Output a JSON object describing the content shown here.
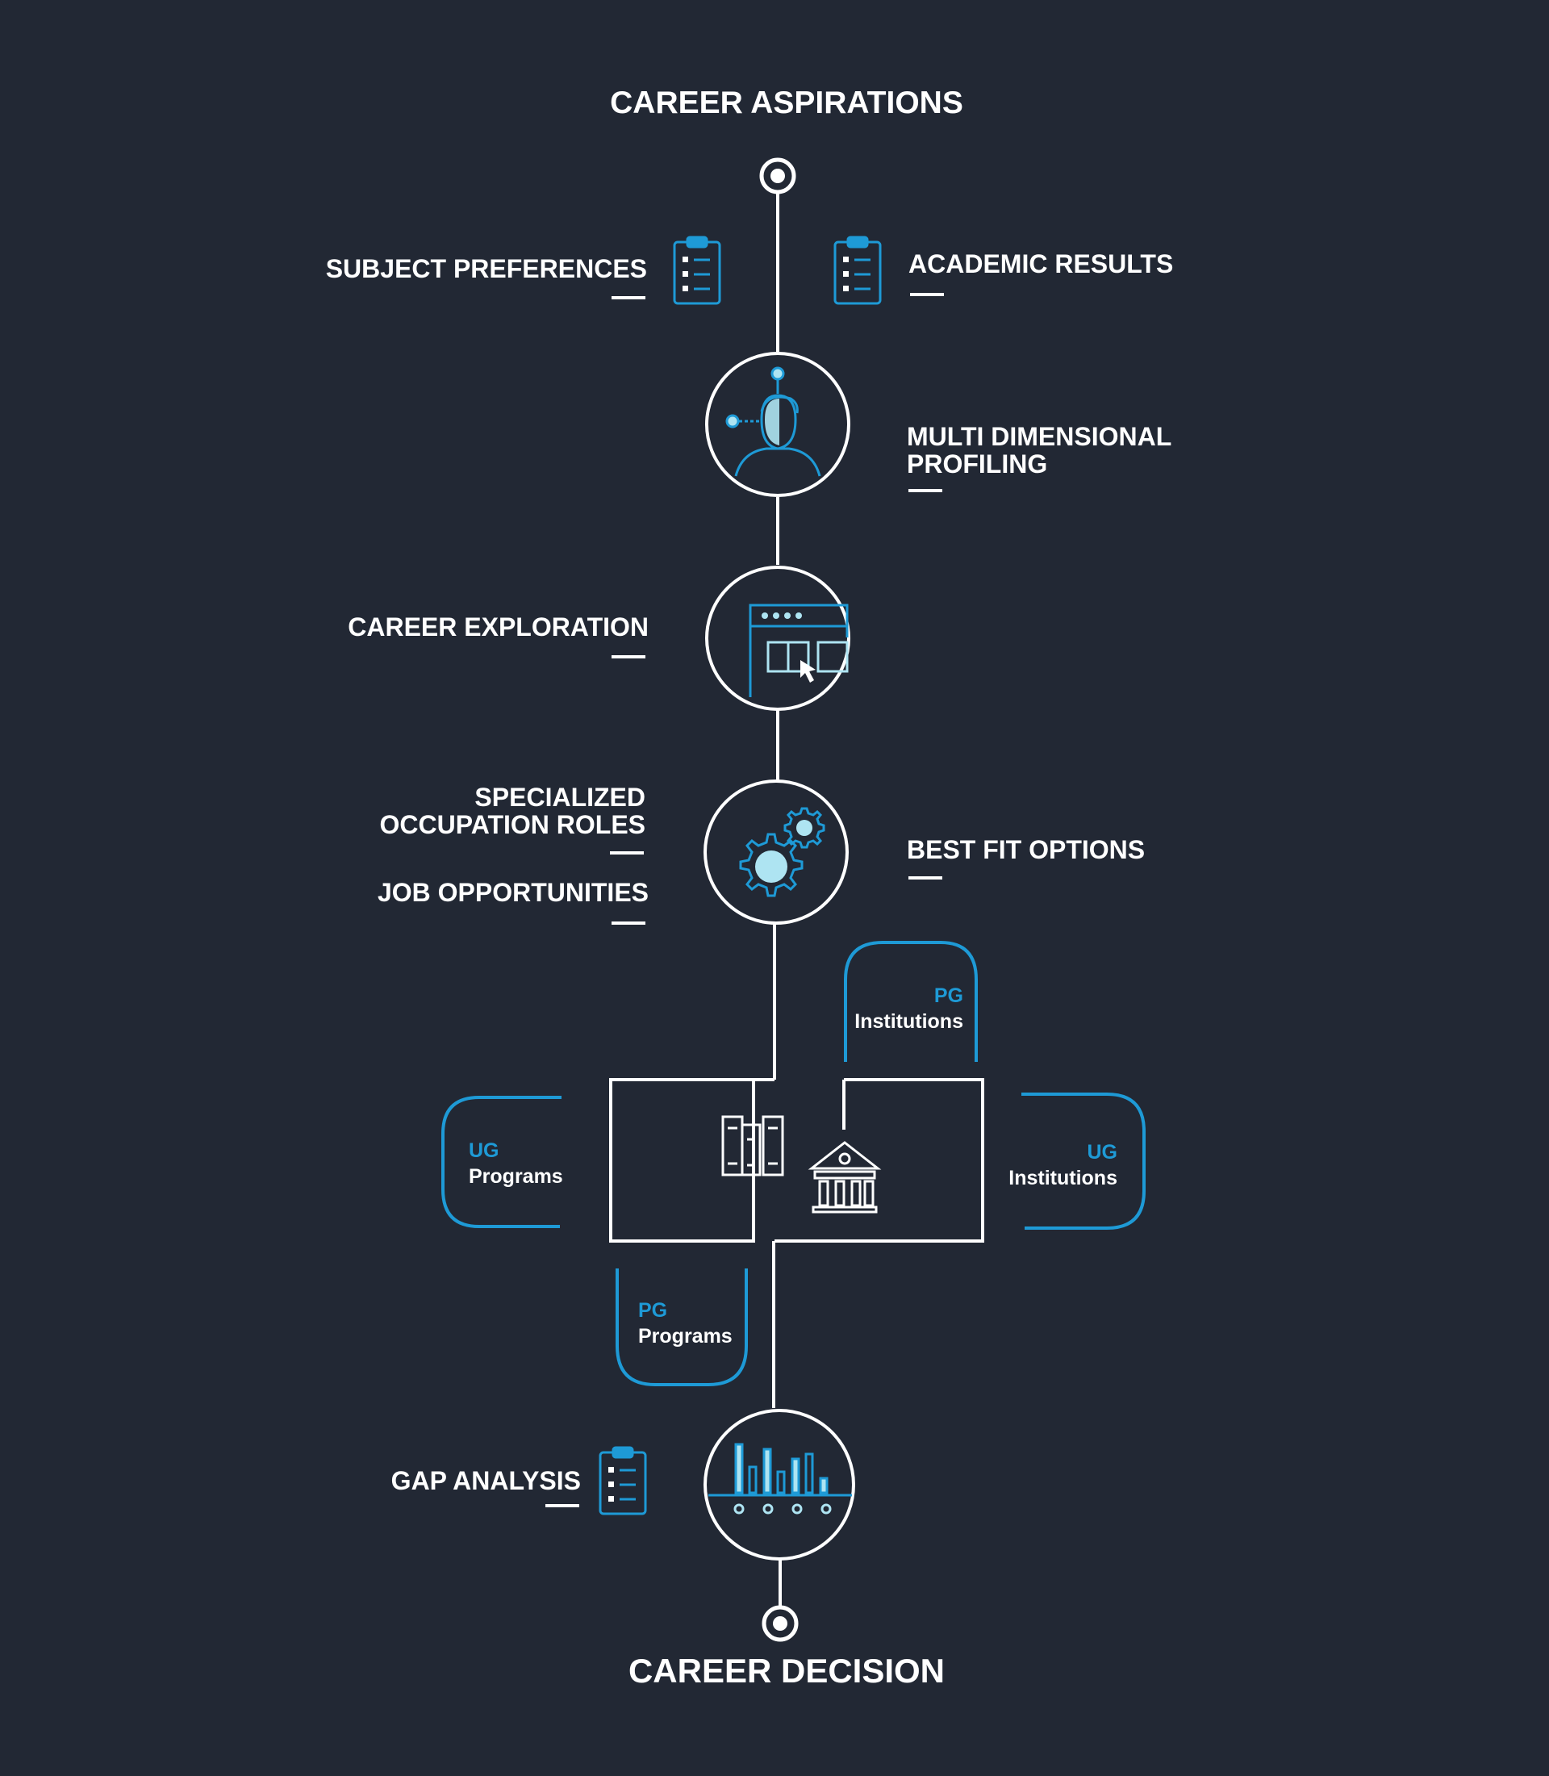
{
  "start_title": "CAREER ASPIRATIONS",
  "end_title": "CAREER DECISION",
  "steps": {
    "subject_preferences": "SUBJECT PREFERENCES",
    "academic_results": "ACADEMIC RESULTS",
    "multi_dimensional_profiling": [
      "MULTI DIMENSIONAL",
      "PROFILING"
    ],
    "career_exploration": "CAREER EXPLORATION",
    "specialized_occupation_roles": [
      "SPECIALIZED",
      "OCCUPATION ROLES"
    ],
    "job_opportunities": "JOB OPPORTUNITIES",
    "best_fit_options": "BEST FIT OPTIONS",
    "gap_analysis": "GAP ANALYSIS"
  },
  "cards": {
    "pg_institutions": {
      "tag": "PG",
      "label": "Institutions"
    },
    "ug_programs": {
      "tag": "UG",
      "label": "Programs"
    },
    "ug_institutions": {
      "tag": "UG",
      "label": "Institutions"
    },
    "pg_programs": {
      "tag": "PG",
      "label": "Programs"
    }
  },
  "colors": {
    "background": "#222834",
    "line": "#ffffff",
    "accent": "#1e9ad6",
    "icon_fill": "#aee4f2"
  },
  "icons": [
    "clipboard-icon",
    "person-profile-icon",
    "browser-window-icon",
    "gears-icon",
    "books-icon",
    "bank-building-icon",
    "bar-chart-icon"
  ]
}
